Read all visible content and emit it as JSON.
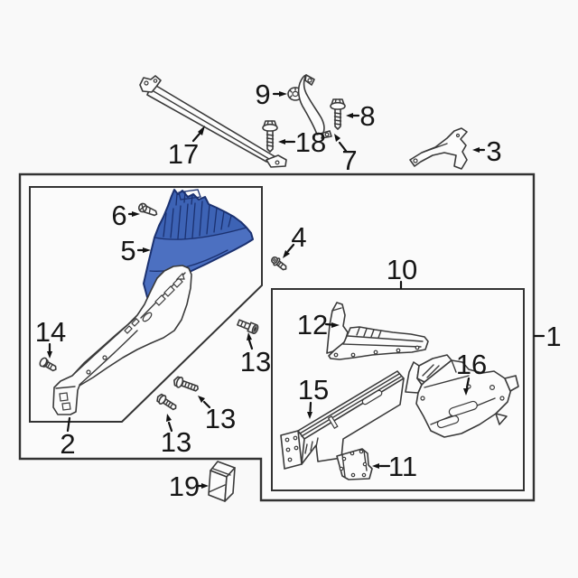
{
  "figure": {
    "kind": "exploded-parts-diagram",
    "background_color": "#f9f9f9",
    "line_color": "#3a3a3a",
    "box_color": "#333333",
    "text_color": "#161616",
    "highlight_fill": "#3d63b5",
    "highlight_facet": "#4c70c1",
    "highlight_outline": "#1b3170"
  },
  "parts": {
    "p1": "assembly-group-box",
    "p2": "apron-panel-assembly-box",
    "p3": "support-bracket",
    "p4": "screw-with-washer",
    "p5": "wheelhouse-panel-highlighted",
    "p6": "retainer-clip",
    "p7": "diagonal-brace-bracket",
    "p8": "flange-bolt",
    "p9": "push-nut",
    "p10": "frame-rail-group-box",
    "p11": "mounting-plate",
    "p12": "rail-reinforcement-bracket",
    "p13": "flange-bolt",
    "p14": "rivet-bolt",
    "p15": "frame-side-rail",
    "p16": "rail-outrigger-bracket",
    "p17": "crossmember-bar",
    "p18": "flange-bolt",
    "p19": "spacer-block"
  },
  "callouts": {
    "c1": {
      "label": "1"
    },
    "c2": {
      "label": "2"
    },
    "c3": {
      "label": "3"
    },
    "c4": {
      "label": "4"
    },
    "c5": {
      "label": "5"
    },
    "c6": {
      "label": "6"
    },
    "c7": {
      "label": "7"
    },
    "c8": {
      "label": "8"
    },
    "c9": {
      "label": "9"
    },
    "c10": {
      "label": "10"
    },
    "c11": {
      "label": "11"
    },
    "c12": {
      "label": "12"
    },
    "c13a": {
      "label": "13"
    },
    "c13b": {
      "label": "13"
    },
    "c13c": {
      "label": "13"
    },
    "c14": {
      "label": "14"
    },
    "c15": {
      "label": "15"
    },
    "c16": {
      "label": "16"
    },
    "c17": {
      "label": "17"
    },
    "c18": {
      "label": "18"
    },
    "c19": {
      "label": "19"
    }
  }
}
